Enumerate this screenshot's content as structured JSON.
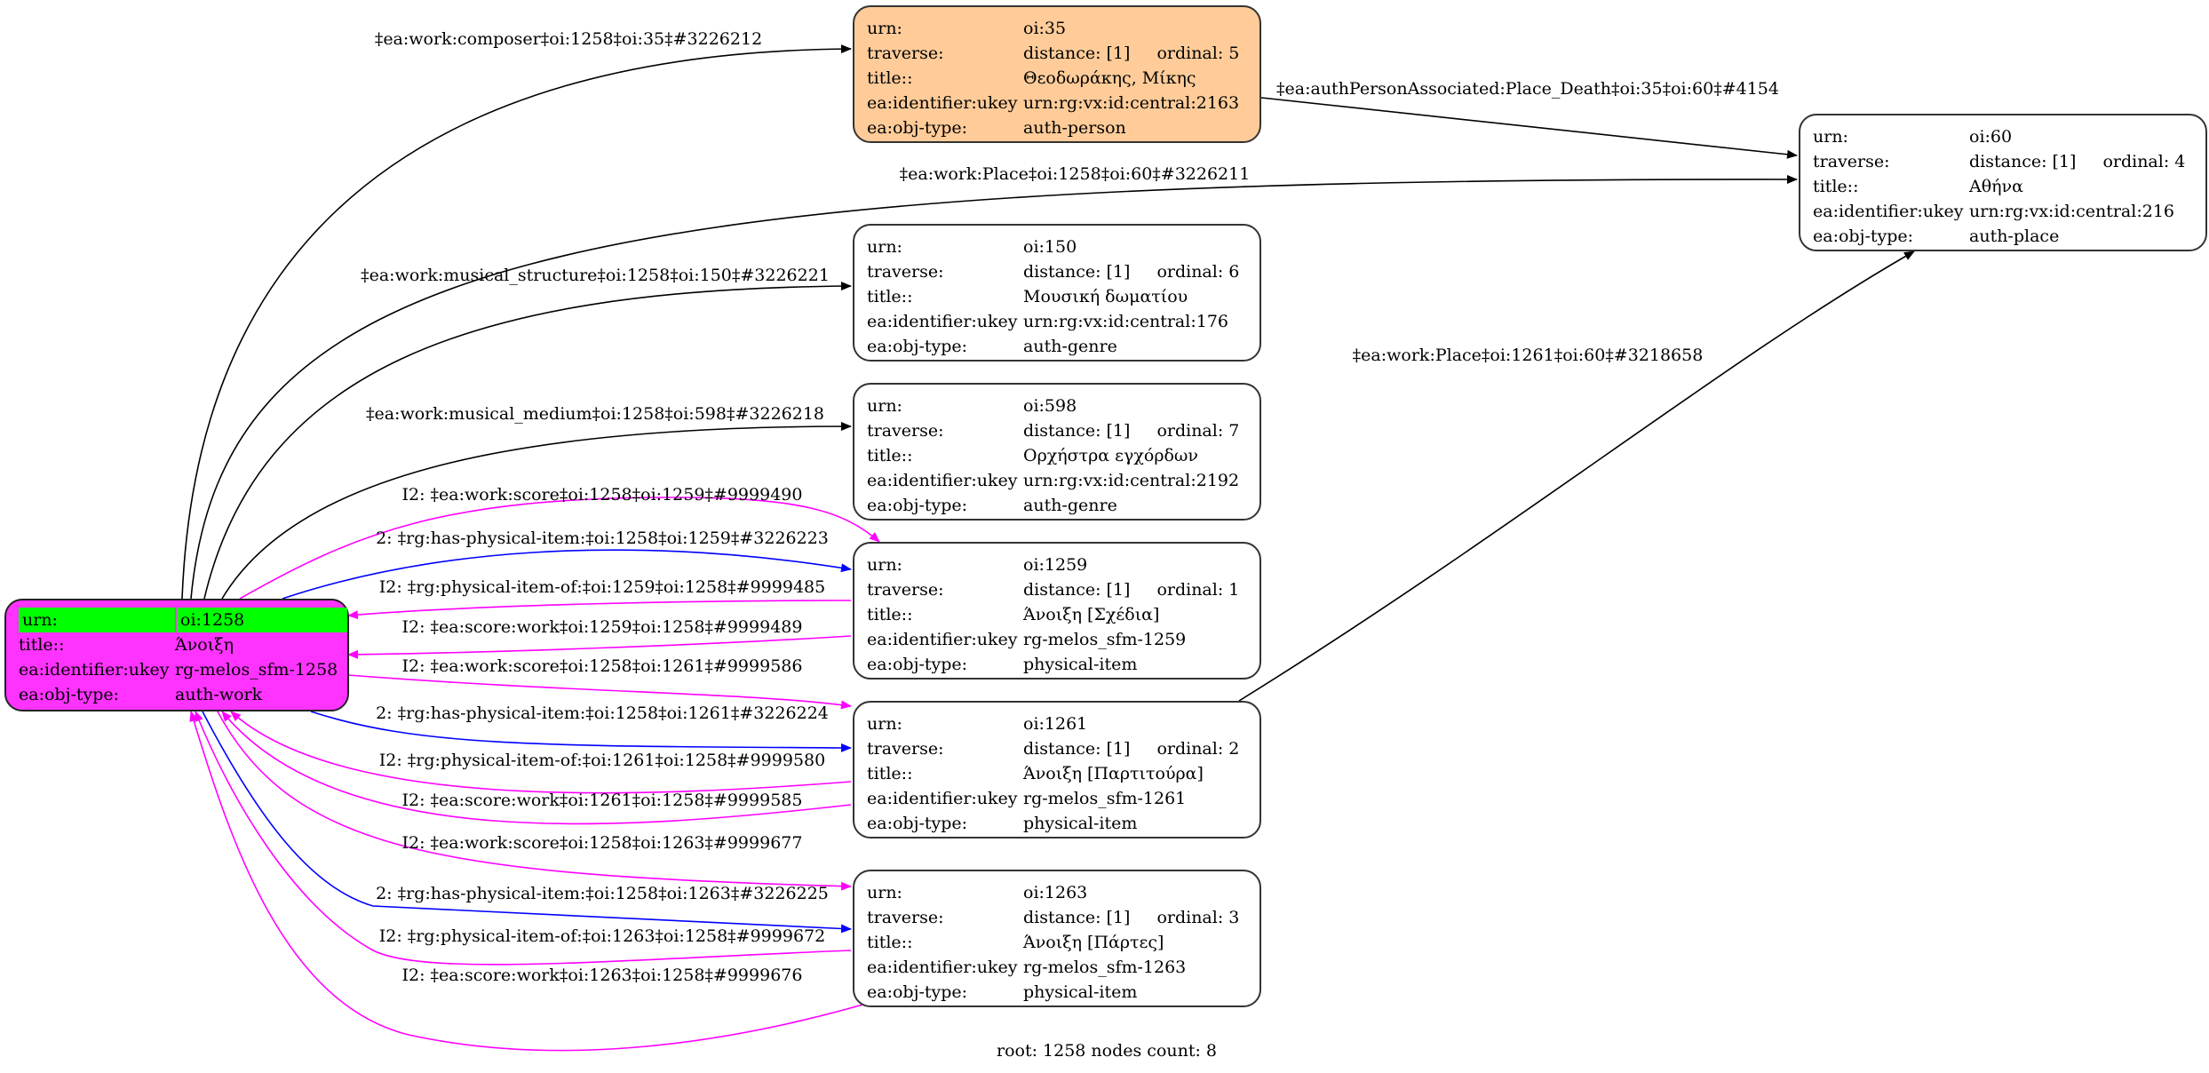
{
  "graph": {
    "footer": "root: 1258 nodes count: 8",
    "colors": {
      "root_fill": "#ff33ff",
      "root_highlight": "#00ff00",
      "person_fill": "#ffcc99",
      "edge_default": "#000000",
      "edge_has_item": "#0000ff",
      "edge_inverse": "#ff00ff"
    },
    "nodes": [
      {
        "id": "n1258",
        "kind": "root",
        "rows": [
          {
            "k": "urn:",
            "v": "oi:1258"
          },
          {
            "k": "title::",
            "v": "Άνοιξη"
          },
          {
            "k": "ea:identifier:ukey",
            "v": "rg-melos_sfm-1258"
          },
          {
            "k": "ea:obj-type:",
            "v": "auth-work"
          }
        ]
      },
      {
        "id": "n35",
        "kind": "person",
        "urn": "oi:35",
        "distance": "distance: [1]",
        "ordinal": "ordinal: 5",
        "title": "Θεοδωράκης, Μίκης",
        "ukey": "urn:rg:vx:id:central:2163",
        "type": "auth-person"
      },
      {
        "id": "n60",
        "kind": "plain",
        "urn": "oi:60",
        "distance": "distance: [1]",
        "ordinal": "ordinal: 4",
        "title": "Αθήνα",
        "ukey": "urn:rg:vx:id:central:216",
        "type": "auth-place"
      },
      {
        "id": "n150",
        "kind": "plain",
        "urn": "oi:150",
        "distance": "distance: [1]",
        "ordinal": "ordinal: 6",
        "title": "Μουσική δωματίου",
        "ukey": "urn:rg:vx:id:central:176",
        "type": "auth-genre"
      },
      {
        "id": "n598",
        "kind": "plain",
        "urn": "oi:598",
        "distance": "distance: [1]",
        "ordinal": "ordinal: 7",
        "title": "Ορχήστρα εγχόρδων",
        "ukey": "urn:rg:vx:id:central:2192",
        "type": "auth-genre"
      },
      {
        "id": "n1259",
        "kind": "plain",
        "urn": "oi:1259",
        "distance": "distance: [1]",
        "ordinal": "ordinal: 1",
        "title": "Άνοιξη [Σχέδια]",
        "ukey": "rg-melos_sfm-1259",
        "type": "physical-item"
      },
      {
        "id": "n1261",
        "kind": "plain",
        "urn": "oi:1261",
        "distance": "distance: [1]",
        "ordinal": "ordinal: 2",
        "title": "Άνοιξη [Παρτιτούρα]",
        "ukey": "rg-melos_sfm-1261",
        "type": "physical-item"
      },
      {
        "id": "n1263",
        "kind": "plain",
        "urn": "oi:1263",
        "distance": "distance: [1]",
        "ordinal": "ordinal: 3",
        "title": "Άνοιξη [Πάρτες]",
        "ukey": "rg-melos_sfm-1263",
        "type": "physical-item"
      }
    ],
    "row_keys": {
      "urn": "urn:",
      "traverse": "traverse:",
      "title": "title::",
      "ukey": "ea:identifier:ukey",
      "type": "ea:obj-type:"
    },
    "edges": [
      {
        "from": "oi:1258",
        "to": "oi:35",
        "kind": "default",
        "label": "‡ea:work:composer‡oi:1258‡oi:35‡#3226212"
      },
      {
        "from": "oi:35",
        "to": "oi:60",
        "kind": "default",
        "label": "‡ea:authPersonAssociated:Place_Death‡oi:35‡oi:60‡#4154"
      },
      {
        "from": "oi:1258",
        "to": "oi:60",
        "kind": "default",
        "label": "‡ea:work:Place‡oi:1258‡oi:60‡#3226211"
      },
      {
        "from": "oi:1258",
        "to": "oi:150",
        "kind": "default",
        "label": "‡ea:work:musical_structure‡oi:1258‡oi:150‡#3226221"
      },
      {
        "from": "oi:1261",
        "to": "oi:60",
        "kind": "default",
        "label": "‡ea:work:Place‡oi:1261‡oi:60‡#3218658"
      },
      {
        "from": "oi:1258",
        "to": "oi:598",
        "kind": "default",
        "label": "‡ea:work:musical_medium‡oi:1258‡oi:598‡#3226218"
      },
      {
        "from": "oi:1258",
        "to": "oi:1259",
        "kind": "inverse",
        "label": "I2: ‡ea:work:score‡oi:1258‡oi:1259‡#9999490"
      },
      {
        "from": "oi:1258",
        "to": "oi:1259",
        "kind": "has_item",
        "label": "2: ‡rg:has-physical-item:‡oi:1258‡oi:1259‡#3226223"
      },
      {
        "from": "oi:1259",
        "to": "oi:1258",
        "kind": "inverse",
        "label": "I2: ‡rg:physical-item-of:‡oi:1259‡oi:1258‡#9999485"
      },
      {
        "from": "oi:1259",
        "to": "oi:1258",
        "kind": "inverse",
        "label": "I2: ‡ea:score:work‡oi:1259‡oi:1258‡#9999489"
      },
      {
        "from": "oi:1258",
        "to": "oi:1261",
        "kind": "inverse",
        "label": "I2: ‡ea:work:score‡oi:1258‡oi:1261‡#9999586"
      },
      {
        "from": "oi:1258",
        "to": "oi:1261",
        "kind": "has_item",
        "label": "2: ‡rg:has-physical-item:‡oi:1258‡oi:1261‡#3226224"
      },
      {
        "from": "oi:1261",
        "to": "oi:1258",
        "kind": "inverse",
        "label": "I2: ‡rg:physical-item-of:‡oi:1261‡oi:1258‡#9999580"
      },
      {
        "from": "oi:1261",
        "to": "oi:1258",
        "kind": "inverse",
        "label": "I2: ‡ea:score:work‡oi:1261‡oi:1258‡#9999585"
      },
      {
        "from": "oi:1258",
        "to": "oi:1263",
        "kind": "inverse",
        "label": "I2: ‡ea:work:score‡oi:1258‡oi:1263‡#9999677"
      },
      {
        "from": "oi:1258",
        "to": "oi:1263",
        "kind": "has_item",
        "label": "2: ‡rg:has-physical-item:‡oi:1258‡oi:1263‡#3226225"
      },
      {
        "from": "oi:1263",
        "to": "oi:1258",
        "kind": "inverse",
        "label": "I2: ‡rg:physical-item-of:‡oi:1263‡oi:1258‡#9999672"
      },
      {
        "from": "oi:1263",
        "to": "oi:1258",
        "kind": "inverse",
        "label": "I2: ‡ea:score:work‡oi:1263‡oi:1258‡#9999676"
      }
    ]
  }
}
